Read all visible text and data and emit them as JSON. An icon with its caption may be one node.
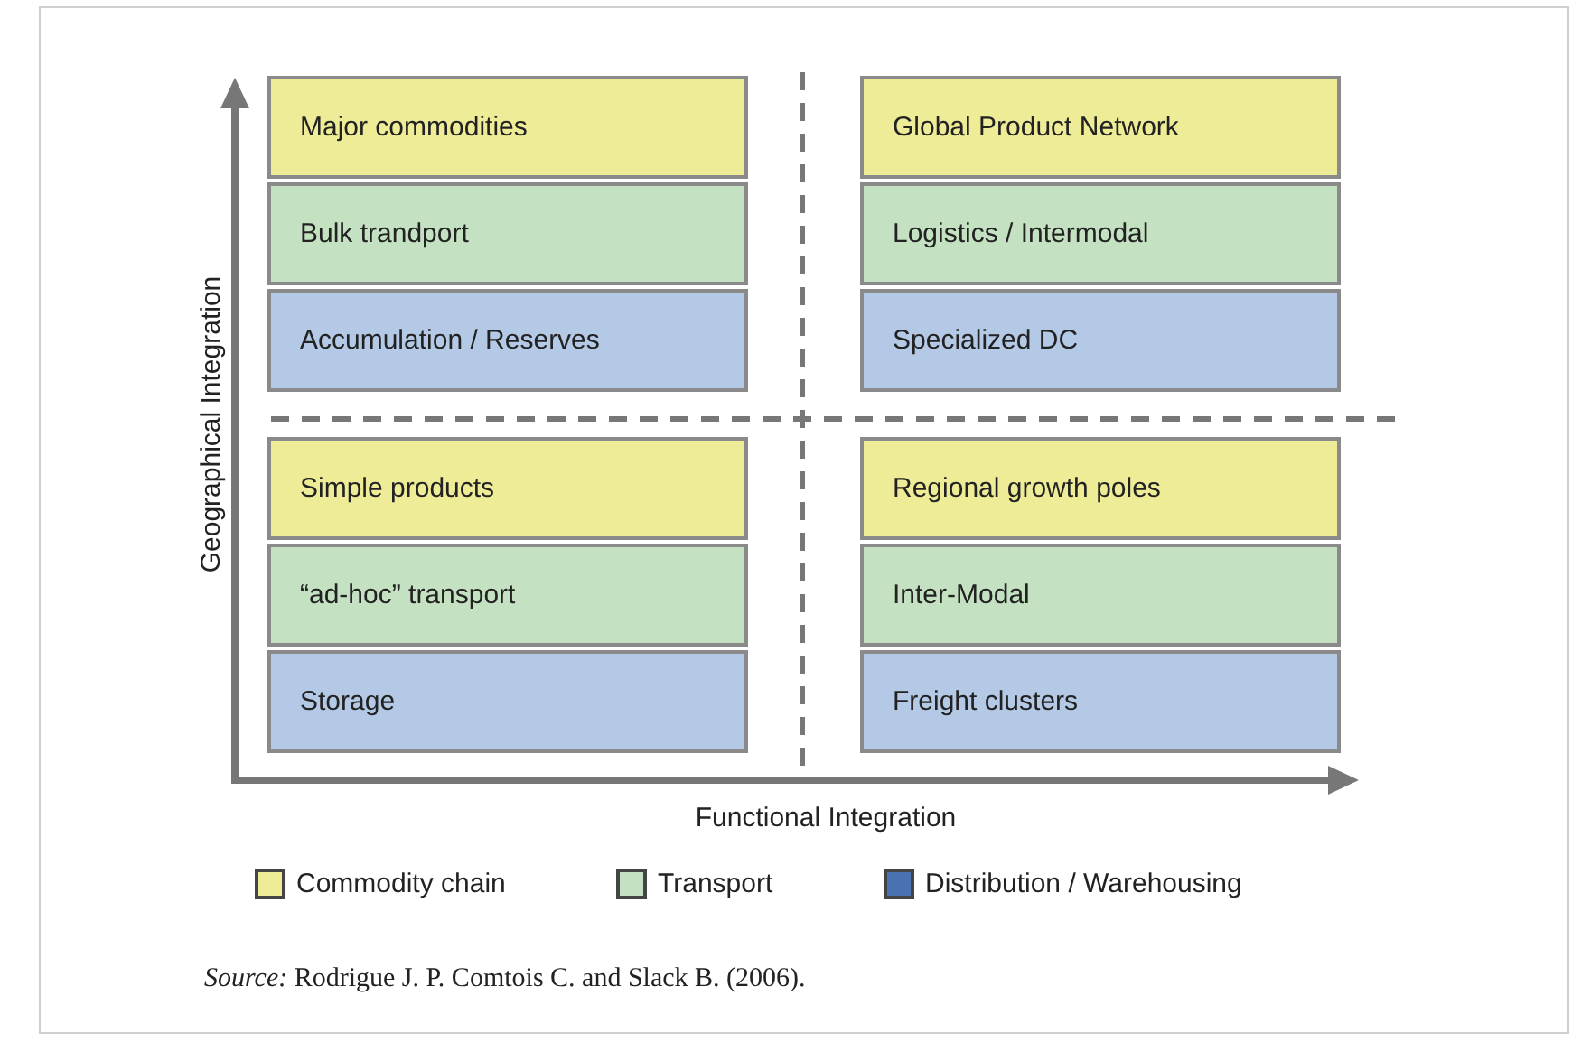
{
  "diagram": {
    "caption": "*Source:* Rodrigue J. P. Comtois C. and Slack B. (2006).",
    "nodes": [
      {
        "text": [
          "Major commodities"
        ]
      },
      {
        "text": [
          "Global Product Network"
        ]
      },
      {
        "text": [
          "Bulk trandport"
        ]
      },
      {
        "text": [
          "Logistics / Intermodal"
        ]
      },
      {
        "text": [
          "Accumulation / Reserves"
        ]
      },
      {
        "text": [
          "Specialized DC"
        ]
      },
      {
        "text": [
          "Simple products"
        ]
      },
      {
        "text": [
          "Regional growth poles"
        ]
      },
      {
        "text": [
          "“ad-hoc” transport"
        ]
      },
      {
        "text": [
          "Inter-Modal"
        ]
      },
      {
        "text": [
          "Storage"
        ]
      },
      {
        "text": [
          "Freight clusters"
        ]
      }
    ],
    "edges": [],
    "labels": [
      "Geographical Integration",
      "Functional Integration"
    ],
    "legend": [
      {
        "text": "Commodity chain",
        "color": "#eeec97"
      },
      {
        "text": "Transport",
        "color": "#c4e2c2"
      },
      {
        "text": "Distribution / Warehousing",
        "color": "#4a72b0"
      }
    ]
  }
}
